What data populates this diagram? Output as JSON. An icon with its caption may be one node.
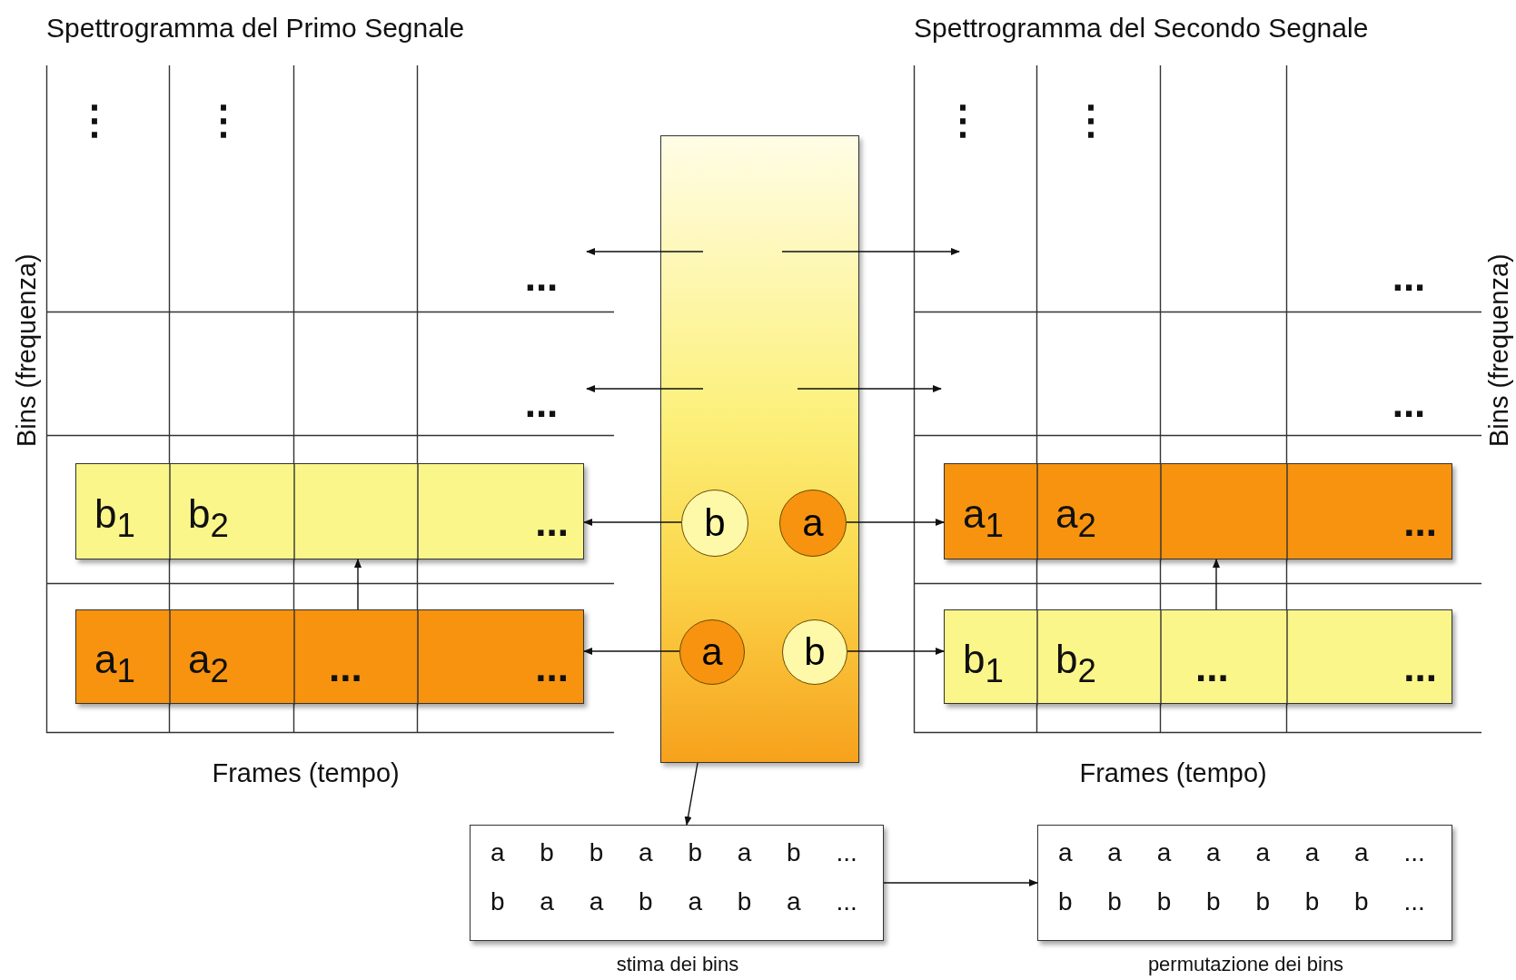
{
  "diagram": {
    "nodes": [
      {
        "text": [
          "Spettrogramma del Primo Segnale"
        ],
        "beside": [
          "Bins (frequenza)",
          "Frames (tempo)"
        ]
      },
      {
        "text": [
          "b$_{1}$",
          "b$_{2}$",
          "..."
        ],
        "in": 0
      },
      {
        "text": [
          "a$_{1}$",
          "a$_{2}$",
          "...",
          "..."
        ],
        "in": 0
      },
      {
        "text": [
          "Spettrogramma del Secondo Segnale"
        ],
        "beside": [
          "Bins (frequenza)",
          "Frames (tempo)"
        ]
      },
      {
        "text": [
          "a$_{1}$",
          "a$_{2}$",
          "..."
        ],
        "in": 3
      },
      {
        "text": [
          "b$_{1}$",
          "b$_{2}$",
          "...",
          "..."
        ],
        "in": 3
      },
      {
        "text": [],
        "shape": "bar"
      },
      {
        "text": [
          "b"
        ],
        "in": 6
      },
      {
        "text": [
          "a"
        ],
        "in": 6
      },
      {
        "text": [
          "a"
        ],
        "in": 6
      },
      {
        "text": [
          "b"
        ],
        "in": 6
      },
      {
        "text": [
          "a b b a b a b ...",
          "b a a b a b a ..."
        ],
        "beside": [
          "stima dei bins"
        ]
      },
      {
        "text": [
          "a a a a a a a ...",
          "b b b b b b b ..."
        ],
        "beside": [
          "permutazione dei bins"
        ]
      }
    ],
    "edges": [
      {
        "from": 6,
        "to": 0,
        "arrow": "to"
      },
      {
        "from": 6,
        "to": 3,
        "arrow": "to"
      },
      {
        "from": 6,
        "to": 0,
        "arrow": "to"
      },
      {
        "from": 6,
        "to": 3,
        "arrow": "to"
      },
      {
        "from": 7,
        "to": 1,
        "arrow": "to"
      },
      {
        "from": 8,
        "to": 4,
        "arrow": "to"
      },
      {
        "from": 2,
        "to": 1,
        "arrow": "to"
      },
      {
        "from": 5,
        "to": 4,
        "arrow": "to"
      },
      {
        "from": 9,
        "to": 2,
        "arrow": "to"
      },
      {
        "from": 10,
        "to": 5,
        "arrow": "to"
      },
      {
        "from": 6,
        "to": 11,
        "arrow": "to"
      },
      {
        "from": 11,
        "to": 12,
        "arrow": "to"
      }
    ],
    "labels": [
      "⋮",
      "⋮",
      "⋮",
      "⋮",
      "...",
      "...",
      "...",
      "..."
    ]
  }
}
